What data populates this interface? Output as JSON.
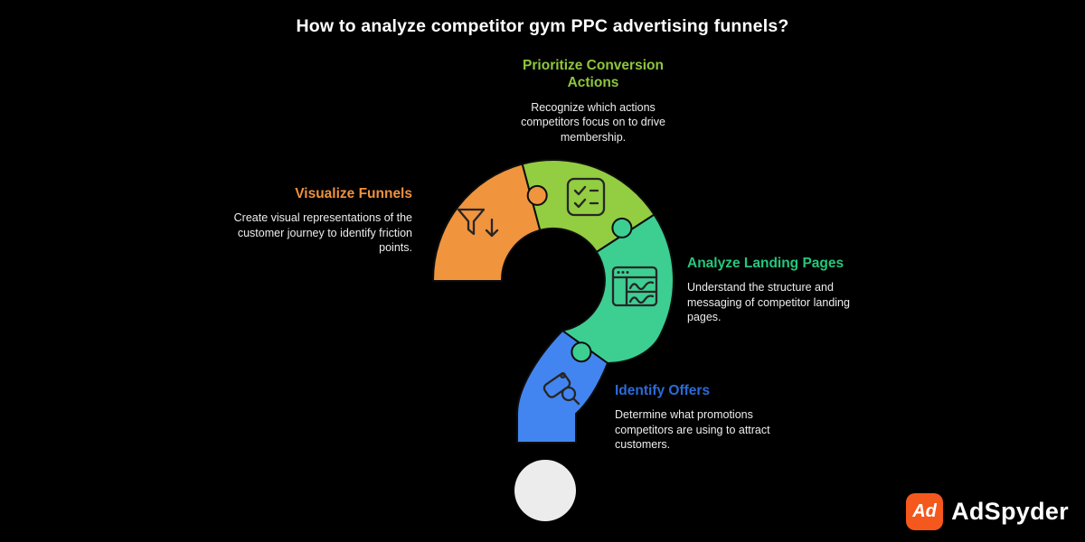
{
  "title": "How to analyze competitor gym PPC advertising funnels?",
  "sections": [
    {
      "heading": "Prioritize Conversion Actions",
      "description": "Recognize which actions competitors focus on to drive membership.",
      "color": "#8fc63e",
      "icon": "checklist-icon"
    },
    {
      "heading": "Visualize Funnels",
      "description": "Create visual representations of the customer journey to identify friction points.",
      "color": "#f0913c",
      "icon": "funnel-icon"
    },
    {
      "heading": "Analyze Landing Pages",
      "description": "Understand the structure and messaging of competitor landing pages.",
      "color": "#24c87c",
      "icon": "landing-page-icon"
    },
    {
      "heading": "Identify Offers",
      "description": "Determine what promotions competitors are using to attract customers.",
      "color": "#2c6bd8",
      "icon": "offer-tag-icon"
    }
  ],
  "puzzle": {
    "orange": "#f0943e",
    "green": "#93cd41",
    "teal": "#3dce92",
    "blue": "#4385f0",
    "dot": "#ececec"
  },
  "logo": {
    "icon_text": "Ad",
    "name": "AdSpyder",
    "icon_color": "#f4581d"
  }
}
